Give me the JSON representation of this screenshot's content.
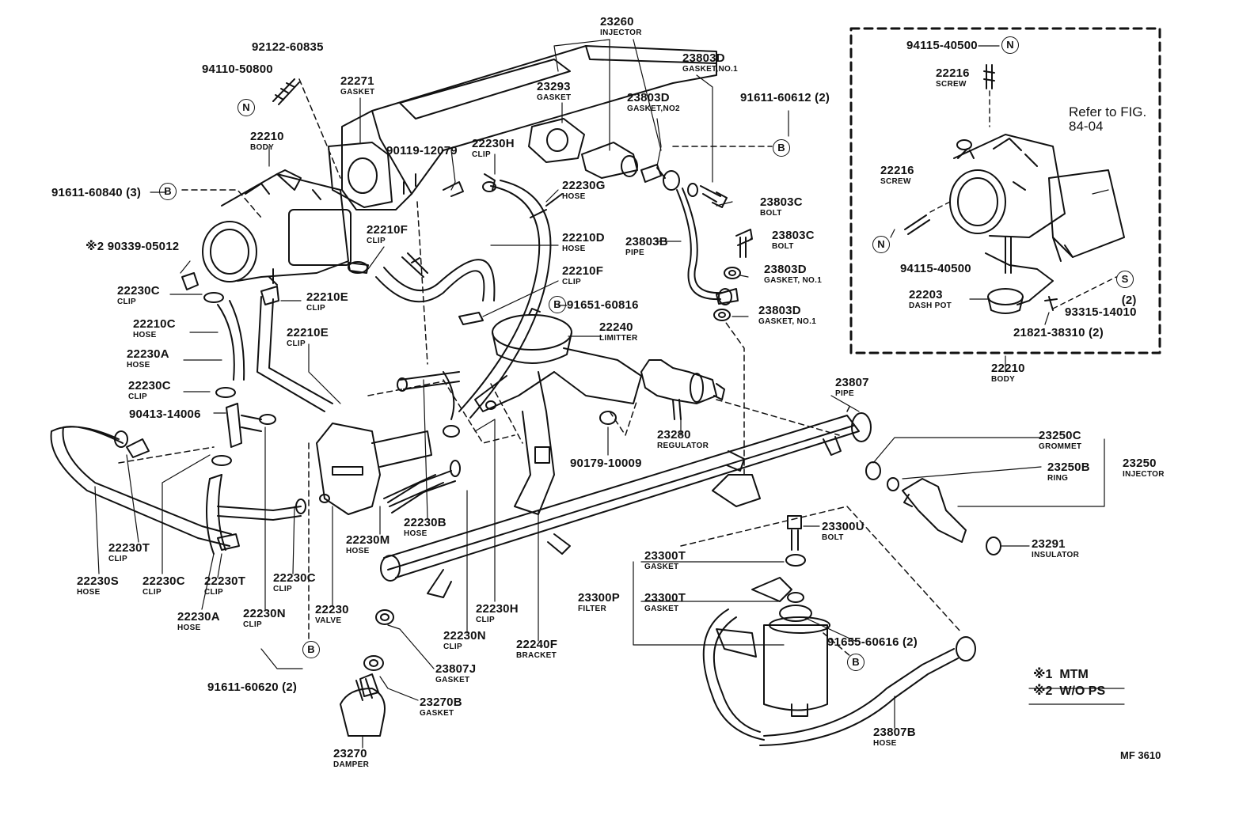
{
  "diagram": {
    "code": "MF 3610",
    "legend": [
      {
        "mark": "※1",
        "text": "MTM"
      },
      {
        "mark": "※2",
        "text": "W/O PS"
      }
    ],
    "inset": {
      "refer_text": "Refer to FIG. 84-04",
      "body_part": "22210",
      "body_name": "BODY"
    },
    "markers": {
      "b": "B",
      "n": "N",
      "s": "S"
    },
    "labels": {
      "p23260": {
        "num": "23260",
        "name": "INJECTOR"
      },
      "p92122": {
        "num": "92122-60835"
      },
      "p94110": {
        "num": "94110-50800"
      },
      "p22271": {
        "num": "22271",
        "name": "GASKET"
      },
      "p23293": {
        "num": "23293",
        "name": "GASKET"
      },
      "p23803d_top": {
        "num": "23803D",
        "name": "GASKET,NO.1"
      },
      "p23803d_no2": {
        "num": "23803D",
        "name": "GASKET,NO2"
      },
      "p91611_60612": {
        "num": "91611-60612 (2)"
      },
      "p22210_body": {
        "num": "22210",
        "name": "BODY"
      },
      "p90119": {
        "num": "90119-12079"
      },
      "p22230h_top": {
        "num": "22230H",
        "name": "CLIP"
      },
      "p91611_60840": {
        "num": "91611-60840 (3)"
      },
      "p22230g": {
        "num": "22230G",
        "name": "HOSE"
      },
      "p23803c_1": {
        "num": "23803C",
        "name": "BOLT"
      },
      "p23803c_2": {
        "num": "23803C",
        "name": "BOLT"
      },
      "p22210f_1": {
        "num": "22210F",
        "name": "CLIP"
      },
      "p22210d": {
        "num": "22210D",
        "name": "HOSE"
      },
      "p23803b": {
        "num": "23803B",
        "name": "PIPE"
      },
      "p23803d_mid": {
        "num": "23803D",
        "name": "GASKET, NO.1"
      },
      "p90339": {
        "num": "※2 90339-05012"
      },
      "p22210f_2": {
        "num": "22210F",
        "name": "CLIP"
      },
      "p22230c_1": {
        "num": "22230C",
        "name": "CLIP"
      },
      "p22210e_1": {
        "num": "22210E",
        "name": "CLIP"
      },
      "p91651": {
        "num": "91651-60816"
      },
      "p23803d_low": {
        "num": "23803D",
        "name": "GASKET, NO.1"
      },
      "p22210c": {
        "num": "22210C",
        "name": "HOSE"
      },
      "p22240": {
        "num": "22240",
        "name": "LIMITTER"
      },
      "p22210e_2": {
        "num": "22210E",
        "name": "CLIP"
      },
      "p22230a_1": {
        "num": "22230A",
        "name": "HOSE"
      },
      "p22230c_2": {
        "num": "22230C",
        "name": "CLIP"
      },
      "p23807": {
        "num": "23807",
        "name": "PIPE"
      },
      "p90413": {
        "num": "90413-14006"
      },
      "p23280": {
        "num": "23280",
        "name": "REGULATOR"
      },
      "p23250c": {
        "num": "23250C",
        "name": "GROMMET"
      },
      "p23250b": {
        "num": "23250B",
        "name": "RING"
      },
      "p23250": {
        "num": "23250",
        "name": "INJECTOR"
      },
      "p90179": {
        "num": "90179-10009"
      },
      "p22230t_1": {
        "num": "22230T",
        "name": "CLIP"
      },
      "p22230b": {
        "num": "22230B",
        "name": "HOSE"
      },
      "p22230m": {
        "num": "22230M",
        "name": "HOSE"
      },
      "p23300u": {
        "num": "23300U",
        "name": "BOLT"
      },
      "p23291": {
        "num": "23291",
        "name": "INSULATOR"
      },
      "p22230s": {
        "num": "22230S",
        "name": "HOSE"
      },
      "p22230c_3": {
        "num": "22230C",
        "name": "CLIP"
      },
      "p22230t_2": {
        "num": "22230T",
        "name": "CLIP"
      },
      "p22230c_4": {
        "num": "22230C",
        "name": "CLIP"
      },
      "p23300t_1": {
        "num": "23300T",
        "name": "GASKET"
      },
      "p23300p": {
        "num": "23300P",
        "name": "FILTER"
      },
      "p23300t_2": {
        "num": "23300T",
        "name": "GASKET"
      },
      "p22230a_2": {
        "num": "22230A",
        "name": "HOSE"
      },
      "p22230n_1": {
        "num": "22230N",
        "name": "CLIP"
      },
      "p22230_valve": {
        "num": "22230",
        "name": "VALVE"
      },
      "p22230h_2": {
        "num": "22230H",
        "name": "CLIP"
      },
      "p91655": {
        "num": "91655-60616 (2)"
      },
      "p22230n_2": {
        "num": "22230N",
        "name": "CLIP"
      },
      "p22240f": {
        "num": "22240F",
        "name": "BRACKET"
      },
      "p23807j": {
        "num": "23807J",
        "name": "GASKET"
      },
      "p91611_60620": {
        "num": "91611-60620 (2)"
      },
      "p23270b": {
        "num": "23270B",
        "name": "GASKET"
      },
      "p23807b": {
        "num": "23807B",
        "name": "HOSE"
      },
      "p23270": {
        "num": "23270",
        "name": "DAMPER"
      },
      "i94115_top": {
        "num": "94115-40500"
      },
      "i22216_1": {
        "num": "22216",
        "name": "SCREW"
      },
      "i22216_2": {
        "num": "22216",
        "name": "SCREW"
      },
      "i94115_low": {
        "num": "94115-40500"
      },
      "i22203": {
        "num": "22203",
        "name": "DASH POT"
      },
      "i93315": {
        "num": "93315-14010",
        "qty": "(2)"
      },
      "i21821": {
        "num": "21821-38310 (2)"
      }
    }
  }
}
